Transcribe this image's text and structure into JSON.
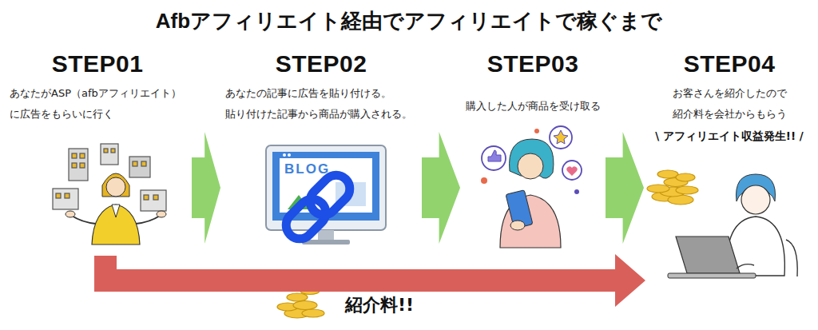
{
  "diagram": {
    "title": "Afbアフィリエイト経由でアフィリエイトで稼ぐまで",
    "nodes": [
      {
        "text": [
          "STEP01",
          "あなたがASP（afbアフィリエイト） に広告をもらいに行く"
        ]
      },
      {
        "text": [
          "STEP02",
          "あなたの記事に広告を貼り付ける。 貼り付けた記事から商品が購入される。"
        ]
      },
      {
        "text": [
          "STEP03",
          "購入した人が商品を受け取る"
        ]
      },
      {
        "text": [
          "STEP04",
          "お客さんを紹介したので 紹介料を会社からもらう",
          "\\ アフィリエイト収益発生!! /"
        ]
      }
    ],
    "edges": [
      {
        "from": 0,
        "to": 1,
        "arrow": "to"
      },
      {
        "from": 1,
        "to": 2,
        "arrow": "to"
      },
      {
        "from": 2,
        "to": 3,
        "arrow": "to"
      },
      {
        "from": 0,
        "to": 3,
        "arrow": "to",
        "label": "紹介料!!"
      }
    ],
    "labels": [
      "BLOG"
    ]
  }
}
